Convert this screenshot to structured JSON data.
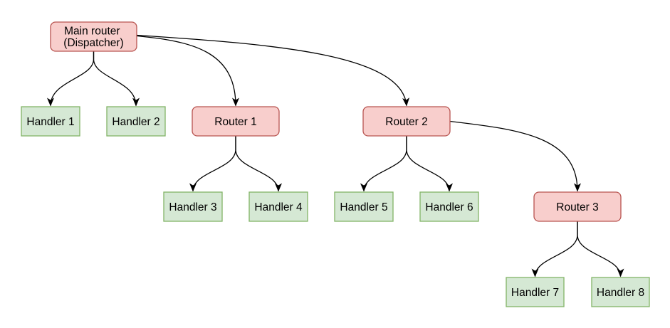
{
  "diagram": {
    "nodes": {
      "main_router": {
        "label_line1": "Main router",
        "label_line2": "(Dispatcher)"
      },
      "handler1": {
        "label": "Handler 1"
      },
      "handler2": {
        "label": "Handler 2"
      },
      "router1": {
        "label": "Router 1"
      },
      "router2": {
        "label": "Router 2"
      },
      "handler3": {
        "label": "Handler 3"
      },
      "handler4": {
        "label": "Handler 4"
      },
      "handler5": {
        "label": "Handler 5"
      },
      "handler6": {
        "label": "Handler 6"
      },
      "router3": {
        "label": "Router 3"
      },
      "handler7": {
        "label": "Handler 7"
      },
      "handler8": {
        "label": "Handler 8"
      }
    },
    "edges": [
      {
        "from": "Main router (Dispatcher)",
        "to": "Handler 1"
      },
      {
        "from": "Main router (Dispatcher)",
        "to": "Handler 2"
      },
      {
        "from": "Main router (Dispatcher)",
        "to": "Router 1"
      },
      {
        "from": "Main router (Dispatcher)",
        "to": "Router 2"
      },
      {
        "from": "Router 1",
        "to": "Handler 3"
      },
      {
        "from": "Router 1",
        "to": "Handler 4"
      },
      {
        "from": "Router 2",
        "to": "Handler 5"
      },
      {
        "from": "Router 2",
        "to": "Handler 6"
      },
      {
        "from": "Router 2",
        "to": "Router 3"
      },
      {
        "from": "Router 3",
        "to": "Handler 7"
      },
      {
        "from": "Router 3",
        "to": "Handler 8"
      }
    ],
    "colors": {
      "router_fill": "#f8cecc",
      "router_border": "#b85450",
      "handler_fill": "#d5e8d4",
      "handler_border": "#82b366",
      "edge_stroke": "#000000",
      "label_text": "#000000",
      "background": "#ffffff"
    }
  }
}
